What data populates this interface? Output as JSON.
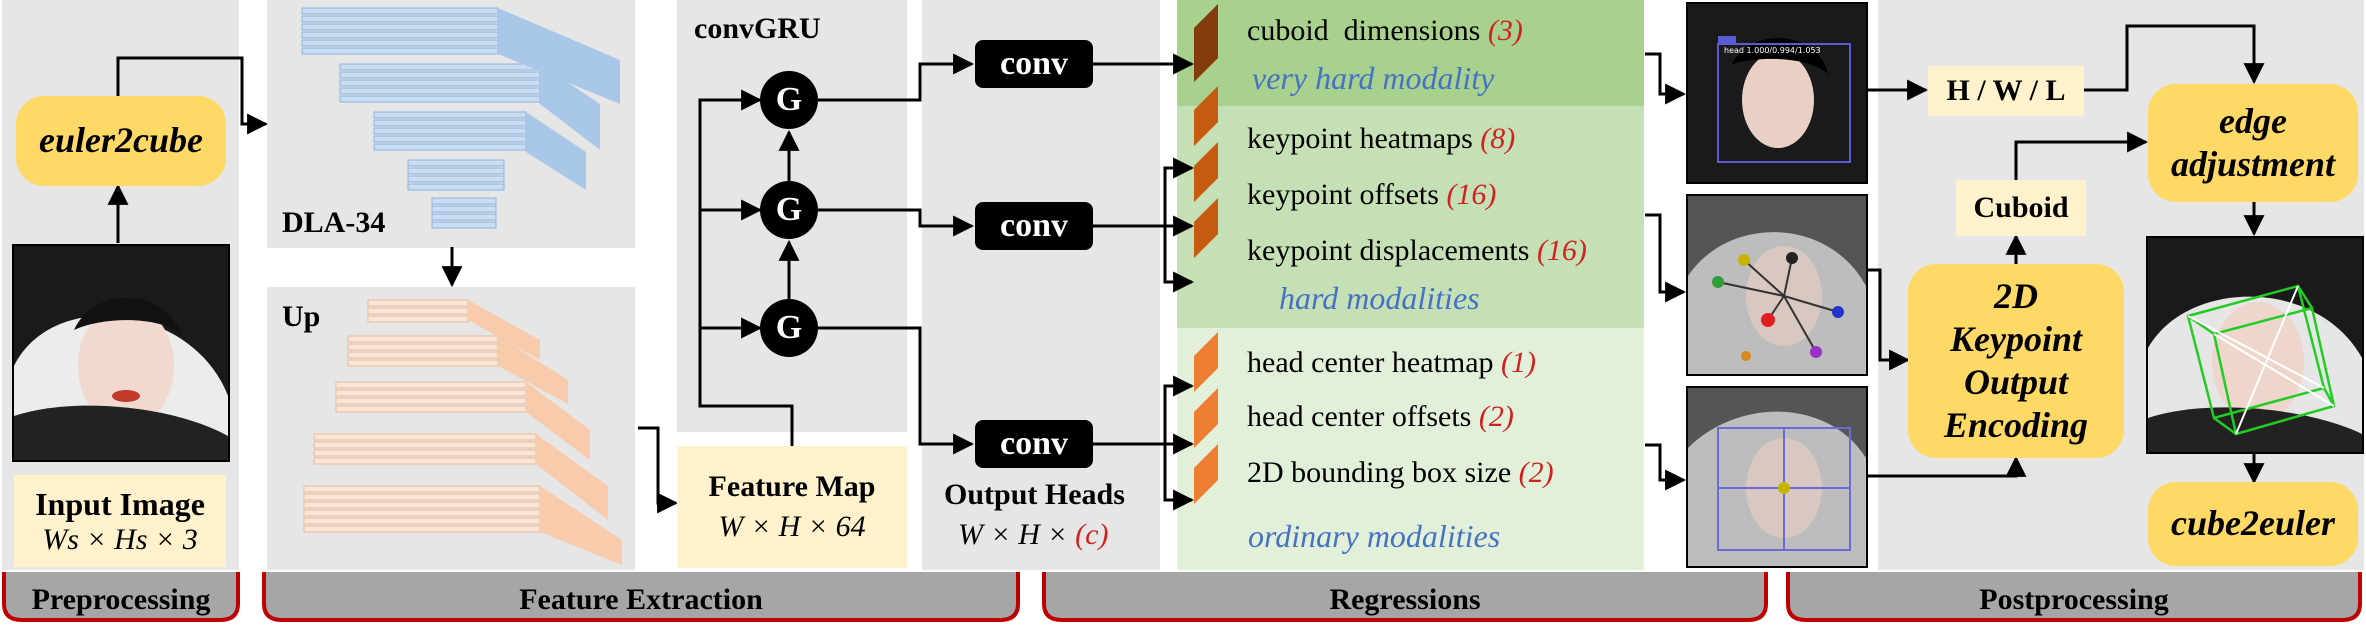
{
  "colors": {
    "panel_gray": "#e6e6e6",
    "light_yellow": "#fff2cc",
    "gold": "#ffd966",
    "green_dark": "#a9d18e",
    "green_mid": "#c5e0b4",
    "green_light": "#e2f0d9",
    "stage_bar": "#a6a6a6",
    "stage_border": "#c00000",
    "modality_blue": "#4472c4",
    "count_red": "#d02020"
  },
  "preprocessing": {
    "euler2cube": "euler2cube",
    "input_title": "Input Image",
    "input_dims": "Ws × Hs × 3"
  },
  "feature_extraction": {
    "dla_label": "DLA-34",
    "up_label": "Up",
    "convgru_label": "convGRU",
    "gru_node": "G",
    "feature_map_title": "Feature Map",
    "feature_map_dims": "W × H × 64"
  },
  "output_heads": {
    "conv_label": "conv",
    "title": "Output Heads",
    "dims_prefix": "W × H × ",
    "dims_suffix": "(c)"
  },
  "regressions": {
    "groups": [
      {
        "items": [
          {
            "name": "cuboid  dimensions",
            "count": "(3)"
          }
        ],
        "modality": "very hard modality"
      },
      {
        "items": [
          {
            "name": "keypoint heatmaps",
            "count": "(8)"
          },
          {
            "name": "keypoint offsets",
            "count": "(16)"
          },
          {
            "name": "keypoint displacements",
            "count": "(16)"
          }
        ],
        "modality": "hard modalities"
      },
      {
        "items": [
          {
            "name": "head center heatmap",
            "count": "(1)"
          },
          {
            "name": "head center offsets",
            "count": "(2)"
          },
          {
            "name": "2D bounding box size",
            "count": "(2)"
          }
        ],
        "modality": "ordinary modalities"
      }
    ]
  },
  "postprocessing": {
    "hwl": "H / W / L",
    "edge_adjustment": "edge adjustment",
    "cuboid": "Cuboid",
    "keypoint_encoding": "2D Keypoint Output Encoding",
    "cube2euler": "cube2euler",
    "thumb_caption": "head 1.000/0.994/1.053"
  },
  "stages": [
    {
      "label": "Preprocessing"
    },
    {
      "label": "Feature Extraction"
    },
    {
      "label": "Regressions"
    },
    {
      "label": "Postprocessing"
    }
  ]
}
